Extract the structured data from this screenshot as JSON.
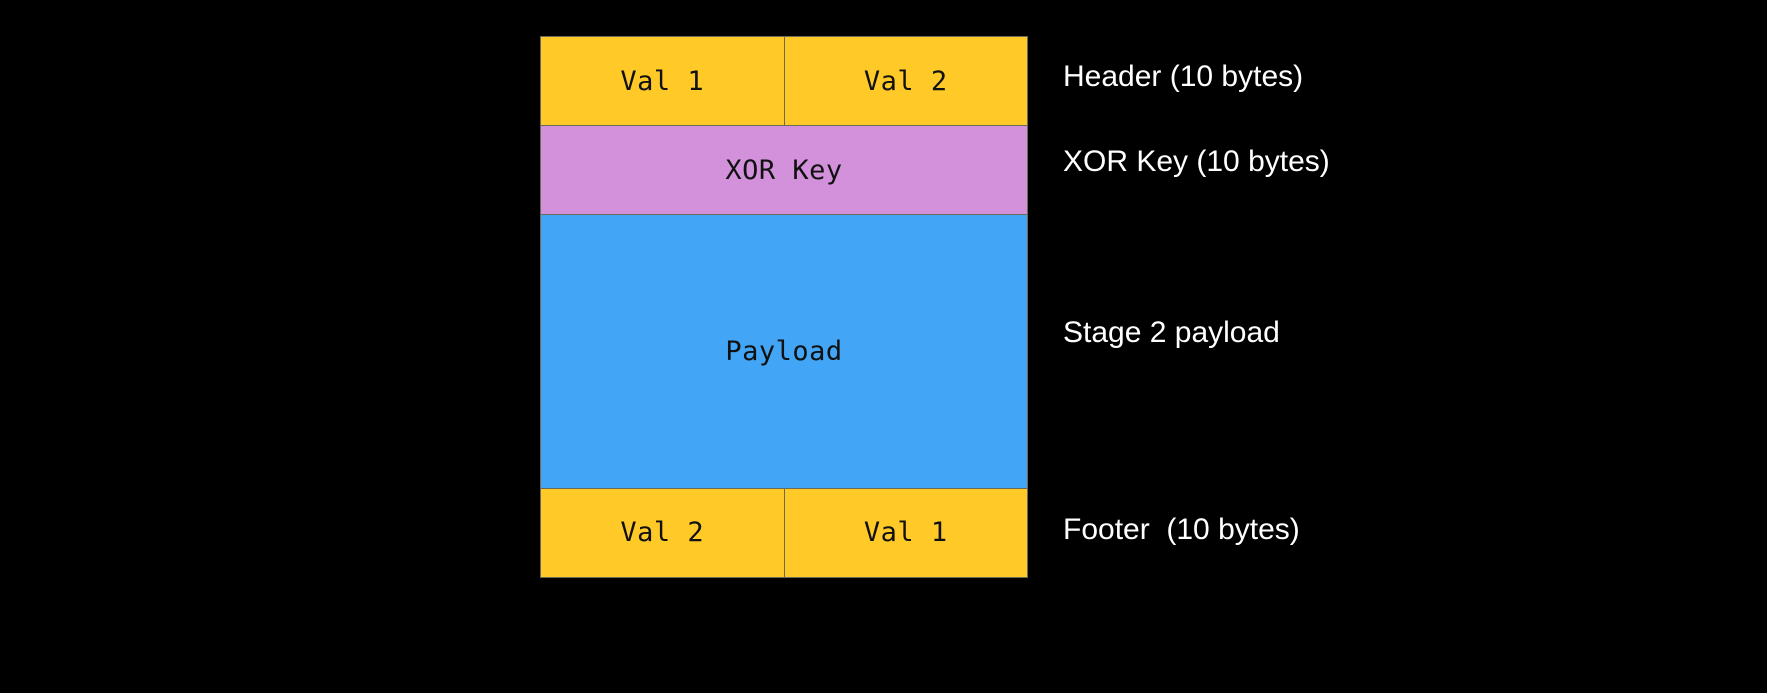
{
  "background_color": "#000000",
  "diagram": {
    "title_hidden": true,
    "colors": {
      "header_fill": "#FFC928",
      "xor_key_fill": "#D391DC",
      "payload_fill": "#42A5F5",
      "footer_fill": "#FFC928",
      "border": "#6b6b58",
      "box_text": "#111111",
      "annotation_text": "#ffffff"
    },
    "rows": [
      {
        "id": "header",
        "cells": [
          "Val 1",
          "Val 2"
        ],
        "annotation": "Header (10 bytes)"
      },
      {
        "id": "xor-key",
        "cells": [
          "XOR Key"
        ],
        "annotation": "XOR Key (10 bytes)"
      },
      {
        "id": "payload",
        "cells": [
          "Payload"
        ],
        "annotation": "Stage 2 payload"
      },
      {
        "id": "footer",
        "cells": [
          "Val 2",
          "Val 1"
        ],
        "annotation": "Footer  (10 bytes)"
      }
    ]
  }
}
